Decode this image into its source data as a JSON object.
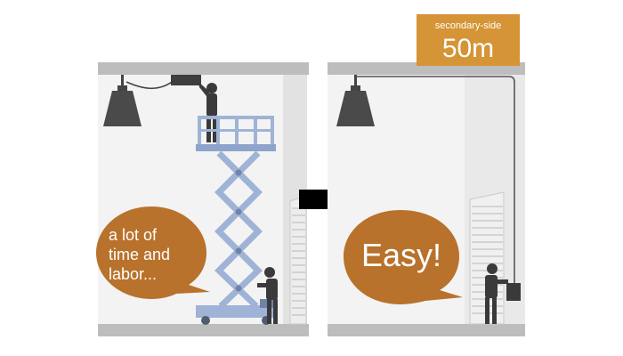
{
  "left_scene": {
    "bubble_lines": [
      "a lot of",
      "time and",
      "labor..."
    ]
  },
  "right_scene": {
    "bubble_text": "Easy!",
    "tag": {
      "label": "secondary-side",
      "value": "50m"
    }
  },
  "colors": {
    "brand_orange": "#b8722c",
    "tag_orange": "#d59436",
    "lift_blue": "#9fb3d6",
    "lift_dark": "#505c72",
    "figure_dark": "#3a3a3a",
    "panel_grey": "#e6e6e6",
    "beam_grey": "#bfbfbf"
  },
  "icons": [
    "lamp-icon",
    "arrow-right-icon",
    "worker-icon",
    "scissor-lift-icon",
    "shutter-icon",
    "hoist-control-icon"
  ]
}
